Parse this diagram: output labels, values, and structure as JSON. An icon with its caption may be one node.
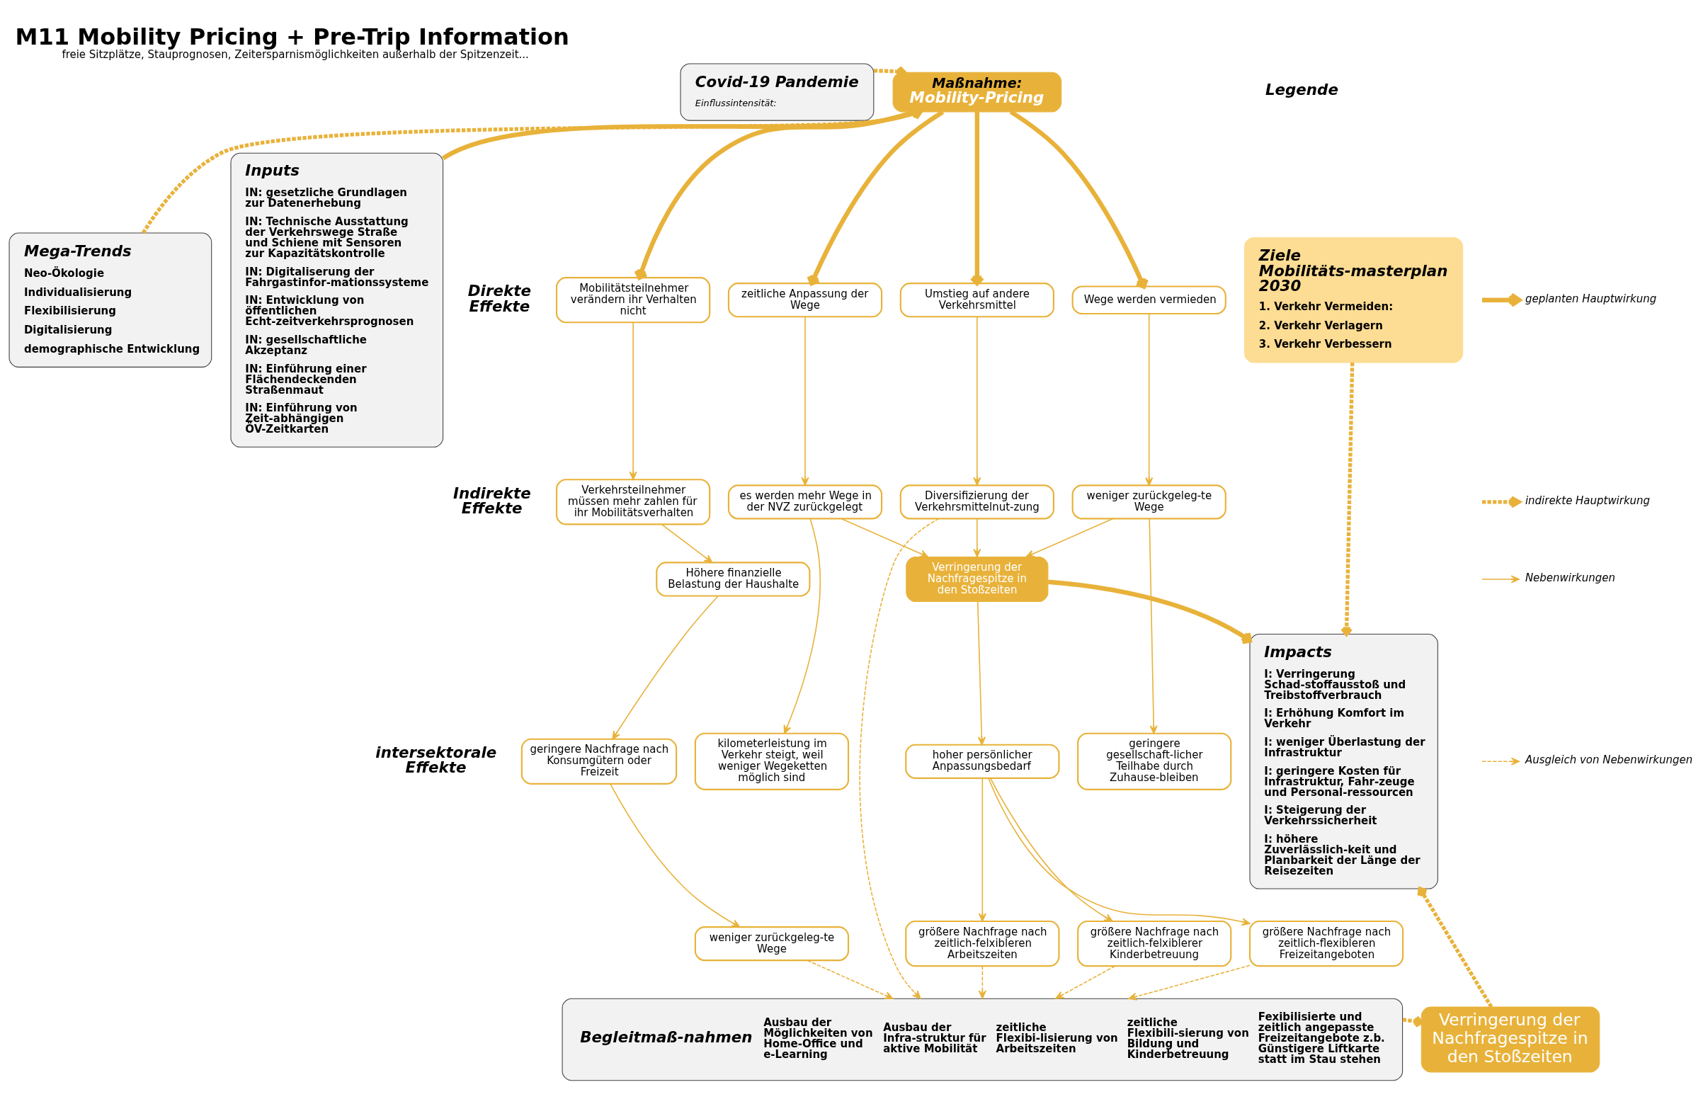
{
  "diagram": {
    "title": "M11 Mobility Pricing + Pre-Trip Information",
    "caption": "freie Sitzplätze, Stauprognosen, Zeitersparnismöglichkeiten außerhalb der Spitzenzeit...",
    "nodes": [
      {
        "text": [
          "Covid-19 Pandemie",
          "Einflussintensität:"
        ]
      },
      {
        "text": [
          "Maßnahme:",
          "Mobility-Pricing"
        ]
      },
      {
        "text": [
          "Mega-Trends",
          "Neo-Ökologie",
          "Individualisierung",
          "Flexibilisierung",
          "Digitalisierung",
          "demographische Entwicklung"
        ]
      },
      {
        "text": [
          "Inputs",
          "IN: gesetzliche Grundlagen zur Datenerhebung",
          "IN: Technische Ausstattung der Verkehrswege Straße und Schiene mit Sensoren zur Kapazitätskontrolle",
          "IN: Digitaliserung der Fahrgastinfor-mationssysteme",
          "IN: Entwicklung von öffentlichen Echt-zeitverkehrsprognosen",
          "IN: gesellschaftliche Akzeptanz",
          "IN: Einführung einer Flächendeckenden Straßenmaut",
          "IN: Einführung von Zeit-abhängigen ÖV-Zeitkarten"
        ]
      },
      {
        "text": [
          "Mobilitätsteilnehmer verändern ihr Verhalten nicht"
        ]
      },
      {
        "text": [
          "zeitliche Anpassung der Wege"
        ]
      },
      {
        "text": [
          "Umstieg auf andere Verkehrsmittel"
        ]
      },
      {
        "text": [
          "Wege werden vermieden"
        ]
      },
      {
        "text": [
          "Verkehrsteilnehmer müssen mehr zahlen für ihr Mobilitätsverhalten"
        ]
      },
      {
        "text": [
          "es werden mehr Wege in der NVZ zurückgelegt"
        ]
      },
      {
        "text": [
          "Diversifizierung der Verkehrsmittelnut-zung"
        ]
      },
      {
        "text": [
          "weniger zurückgeleg-te Wege"
        ]
      },
      {
        "text": [
          "Höhere finanzielle Belastung der Haushalte"
        ]
      },
      {
        "text": [
          "Verringerung der Nachfragespitze in den Stoßzeiten"
        ]
      },
      {
        "text": [
          "geringere Nachfrage nach Konsumgütern oder Freizeit"
        ]
      },
      {
        "text": [
          "kilometerleistung im Verkehr steigt, weil weniger Wegeketten möglich sind"
        ]
      },
      {
        "text": [
          "hoher persönlicher Anpassungsbedarf"
        ]
      },
      {
        "text": [
          "geringere gesellschaft-licher Teilhabe durch Zuhause-bleiben"
        ]
      },
      {
        "text": [
          "weniger zurückgeleg-te Wege"
        ]
      },
      {
        "text": [
          "größere Nachfrage nach zeitlich-felxibleren Arbeitszeiten"
        ]
      },
      {
        "text": [
          "größere Nachfrage nach zeitlich-felxiblerer Kinderbetreuung"
        ]
      },
      {
        "text": [
          "größere Nachfrage nach zeitlich-flexibleren Freizeitangeboten"
        ]
      },
      {
        "text": [
          "Begleitmaß-nahmen",
          "Ausbau der Möglichkeiten von Home-Office und e-Learning",
          "Ausbau der Infra-struktur für aktive Mobilität",
          "zeitliche Flexibi-lisierung von Arbeitszeiten",
          "zeitliche Flexibili-sierung von Bildung und Kinderbetreuung",
          "Fexibilisierte und zeitlich angepasste Freizeitangebote z.b. Günstigere Liftkarte statt im Stau stehen"
        ]
      },
      {
        "text": [
          "Verringerung der Nachfragespitze in den Stoßzeiten"
        ]
      },
      {
        "text": [
          "Ziele Mobilitäts-masterplan 2030",
          "1. Verkehr Vermeiden:",
          "2. Verkehr Verlagern",
          "3. Verkehr Verbessern"
        ]
      },
      {
        "text": [
          "Impacts",
          "I: Verringerung Schad-stoffausstoß und Treibstoffverbrauch",
          "I: Erhöhung Komfort im Verkehr",
          "I: weniger Überlastung der Infrastruktur",
          "I: geringere Kosten für Infrastruktur, Fahr-zeuge und Personal-ressourcen",
          "I: Steigerung der Verkehrssicherheit",
          "I: höhere Zuverlässlich-keit und Planbarkeit der Länge der Reisezeiten"
        ]
      }
    ],
    "edges": [
      {
        "from": 0,
        "to": 1,
        "arrow": "to",
        "style": "dashed"
      },
      {
        "from": 2,
        "to": 1,
        "arrow": "to",
        "style": "dashed"
      },
      {
        "from": 3,
        "to": 1,
        "arrow": "to",
        "style": "thick"
      },
      {
        "from": 1,
        "to": 4,
        "arrow": "to",
        "style": "thick"
      },
      {
        "from": 1,
        "to": 5,
        "arrow": "to",
        "style": "thick"
      },
      {
        "from": 1,
        "to": 6,
        "arrow": "to",
        "style": "thick"
      },
      {
        "from": 1,
        "to": 7,
        "arrow": "to",
        "style": "thick"
      },
      {
        "from": 4,
        "to": 8,
        "arrow": "to"
      },
      {
        "from": 5,
        "to": 9,
        "arrow": "to"
      },
      {
        "from": 6,
        "to": 10,
        "arrow": "to"
      },
      {
        "from": 7,
        "to": 11,
        "arrow": "to"
      },
      {
        "from": 8,
        "to": 12,
        "arrow": "to"
      },
      {
        "from": 12,
        "to": 14,
        "arrow": "to"
      },
      {
        "from": 14,
        "to": 18,
        "arrow": "to"
      },
      {
        "from": 9,
        "to": 15,
        "arrow": "to"
      },
      {
        "from": 9,
        "to": 13,
        "arrow": "to"
      },
      {
        "from": 10,
        "to": 13,
        "arrow": "to"
      },
      {
        "from": 11,
        "to": 13,
        "arrow": "to"
      },
      {
        "from": 11,
        "to": 17,
        "arrow": "to"
      },
      {
        "from": 13,
        "to": 16,
        "arrow": "to"
      },
      {
        "from": 13,
        "to": 25,
        "arrow": "to",
        "style": "thick"
      },
      {
        "from": 16,
        "to": 19,
        "arrow": "to"
      },
      {
        "from": 16,
        "to": 20,
        "arrow": "to"
      },
      {
        "from": 16,
        "to": 21,
        "arrow": "to"
      },
      {
        "from": 10,
        "to": 22,
        "arrow": "to",
        "style": "dashed"
      },
      {
        "from": 18,
        "to": 22,
        "arrow": "to",
        "style": "dashed"
      },
      {
        "from": 19,
        "to": 22,
        "arrow": "to",
        "style": "dashed"
      },
      {
        "from": 20,
        "to": 22,
        "arrow": "to",
        "style": "dashed"
      },
      {
        "from": 21,
        "to": 22,
        "arrow": "to",
        "style": "dashed"
      },
      {
        "from": 22,
        "to": 23,
        "arrow": "to",
        "style": "dashed"
      },
      {
        "from": 23,
        "to": 25,
        "arrow": "to",
        "style": "dashed"
      },
      {
        "from": 24,
        "to": 25,
        "arrow": "to",
        "style": "dashed"
      }
    ],
    "labels": [
      "Direkte Effekte",
      "Indirekte Effekte",
      "intersektorale Effekte",
      "Legende"
    ],
    "legend": [
      {
        "text": "geplanten Hauptwirkung"
      },
      {
        "text": "indirekte Hauptwirkung"
      },
      {
        "text": "Nebenwirkungen"
      },
      {
        "text": "Ausgleich von Nebenwirkungen"
      }
    ]
  }
}
